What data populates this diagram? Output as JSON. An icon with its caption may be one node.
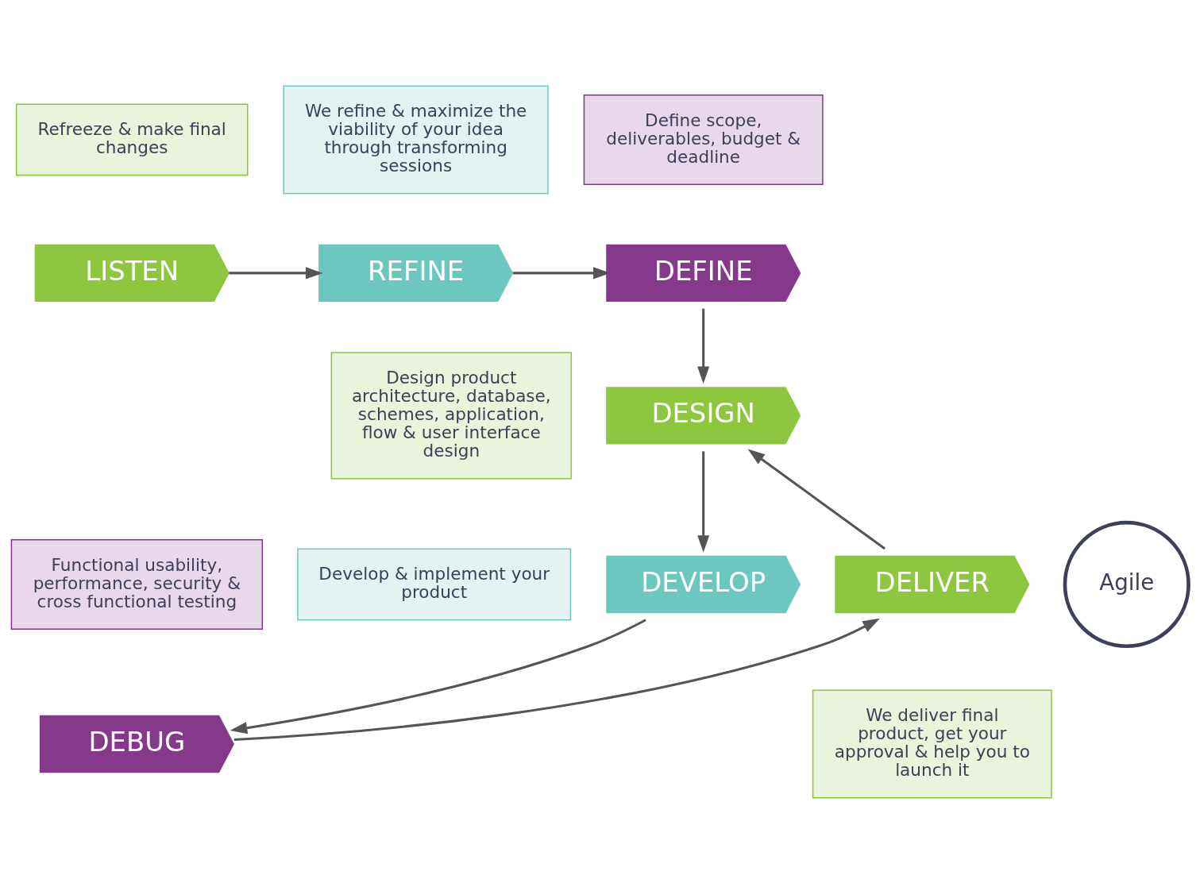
{
  "diagram": {
    "nodes": [
      {
        "text": [
          "Refreeze & make final changes"
        ]
      },
      {
        "text": [
          "We refine & maximize the viability of your idea through transforming sessions"
        ]
      },
      {
        "text": [
          "Define scope, deliverables, budget & deadline"
        ]
      },
      {
        "text": [
          "Design product architecture, database, schemes, application, flow & user interface design"
        ]
      },
      {
        "text": [
          "Develop & implement your product"
        ]
      },
      {
        "text": [
          "Functional usability, performance, security & cross functional testing"
        ]
      },
      {
        "text": [
          "We deliver final product, get your approval & help you to launch it"
        ]
      },
      {
        "text": [
          "LISTEN"
        ]
      },
      {
        "text": [
          "REFINE"
        ]
      },
      {
        "text": [
          "DEFINE"
        ]
      },
      {
        "text": [
          "DESIGN"
        ]
      },
      {
        "text": [
          "DEVELOP"
        ]
      },
      {
        "text": [
          "DEBUG"
        ]
      },
      {
        "text": [
          "DELIVER"
        ]
      },
      {
        "text": [
          "Agile"
        ]
      }
    ],
    "edges": [
      {
        "from": 7,
        "to": 8,
        "arrow": "to"
      },
      {
        "from": 8,
        "to": 9,
        "arrow": "to"
      },
      {
        "from": 9,
        "to": 10,
        "arrow": "to"
      },
      {
        "from": 10,
        "to": 11,
        "arrow": "to"
      },
      {
        "from": 11,
        "to": 12,
        "arrow": "to"
      },
      {
        "from": 12,
        "to": 13,
        "arrow": "to"
      },
      {
        "from": 13,
        "to": 10,
        "arrow": "to"
      }
    ]
  }
}
